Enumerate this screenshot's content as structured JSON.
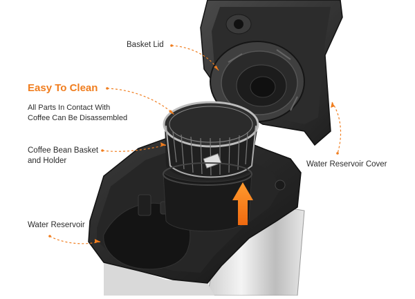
{
  "accent_color": "#f07d1e",
  "text_color": "#2b2b2b",
  "callouts": {
    "basket_lid": "Basket Lid",
    "easy_to_clean": "Easy To Clean",
    "easy_to_clean_line1": "All Parts In Contact With",
    "easy_to_clean_line2": "Coffee Can Be Disassembled",
    "bean_basket_line1": "Coffee Bean Basket",
    "bean_basket_line2": "and Holder",
    "water_reservoir": "Water Reservoir",
    "water_reservoir_cover": "Water Reservoir Cover"
  }
}
